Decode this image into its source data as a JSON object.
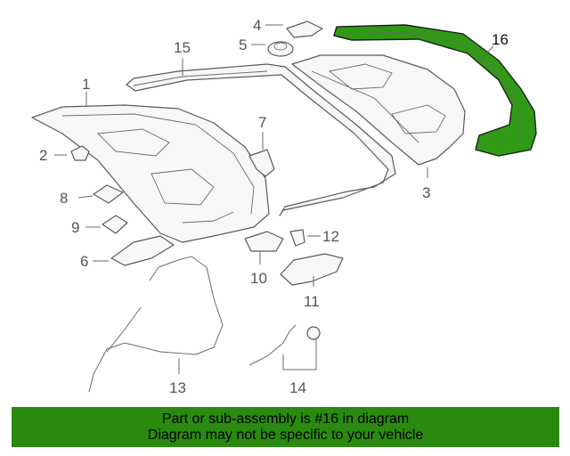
{
  "callouts": {
    "c1": "1",
    "c2": "2",
    "c3": "3",
    "c4": "4",
    "c5": "5",
    "c6": "6",
    "c7": "7",
    "c8": "8",
    "c9": "9",
    "c10": "10",
    "c11": "11",
    "c12": "12",
    "c13": "13",
    "c14": "14",
    "c15": "15",
    "c16": "16"
  },
  "highlight": {
    "part": "16",
    "color": "#2a8a10"
  },
  "banner": {
    "line1": "Part or sub-assembly is #16 in diagram",
    "line2": "Diagram may not be specific to your vehicle",
    "background": "#2a8a10"
  }
}
